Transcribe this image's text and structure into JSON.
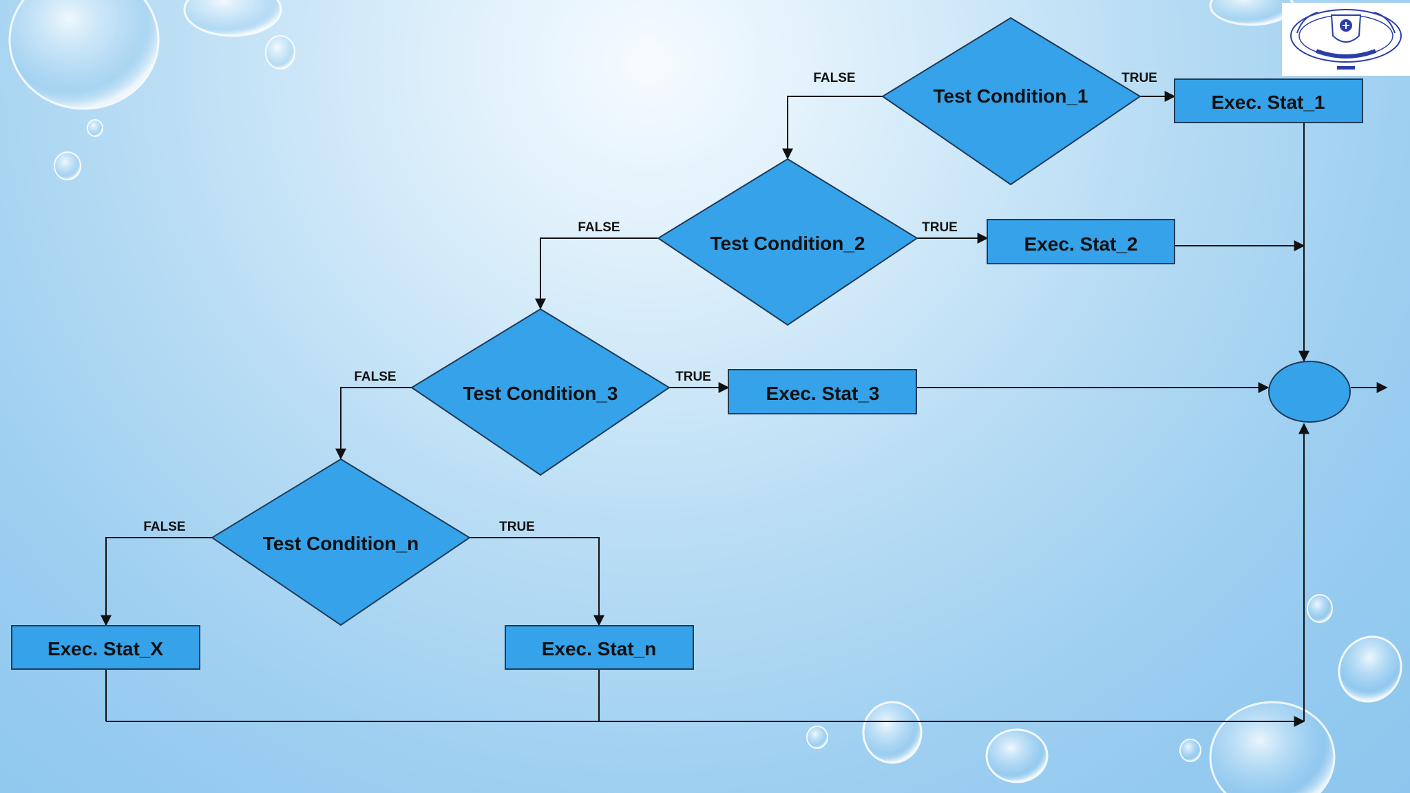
{
  "diagram": {
    "conditions": [
      {
        "id": "c1",
        "label": "Test Condition_1"
      },
      {
        "id": "c2",
        "label": "Test Condition_2"
      },
      {
        "id": "c3",
        "label": "Test Condition_3"
      },
      {
        "id": "cn",
        "label": "Test Condition_n"
      }
    ],
    "statements": [
      {
        "id": "s1",
        "label": "Exec. Stat_1"
      },
      {
        "id": "s2",
        "label": "Exec. Stat_2"
      },
      {
        "id": "s3",
        "label": "Exec. Stat_3"
      },
      {
        "id": "sn",
        "label": "Exec. Stat_n"
      },
      {
        "id": "sx",
        "label": "Exec. Stat_X"
      }
    ],
    "edge_labels": {
      "true": "TRUE",
      "false": "FALSE"
    },
    "colors": {
      "shape_fill": "#35a2ea",
      "shape_stroke": "#1f3a56",
      "line": "#111111",
      "logo_blue": "#2a3ea8"
    }
  }
}
